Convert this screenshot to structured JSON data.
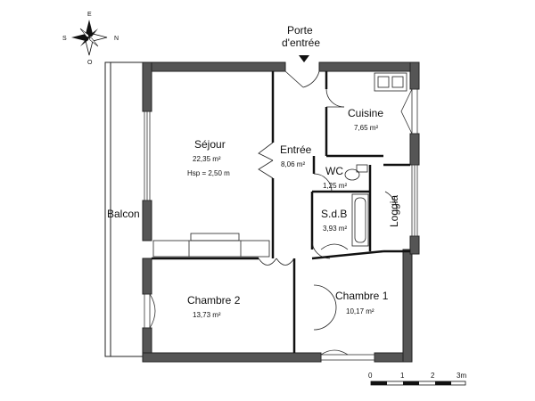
{
  "compass": {
    "north": "N",
    "south": "S",
    "east": "E",
    "west": "O"
  },
  "entrance": {
    "line1": "Porte",
    "line2": "d'entrée"
  },
  "rooms": {
    "sejour": {
      "name": "Séjour",
      "area": "22,35 m²",
      "height": "Hsp = 2,50 m"
    },
    "entree": {
      "name": "Entrée",
      "area": "8,06 m²"
    },
    "cuisine": {
      "name": "Cuisine",
      "area": "7,65 m²"
    },
    "wc": {
      "name": "WC",
      "area": "1,25 m²"
    },
    "sdb": {
      "name": "S.d.B",
      "area": "3,93 m²"
    },
    "loggia": {
      "name": "Loggia"
    },
    "balcon": {
      "name": "Balcon"
    },
    "chambre1": {
      "name": "Chambre 1",
      "area": "10,17 m²"
    },
    "chambre2": {
      "name": "Chambre 2",
      "area": "13,73 m²"
    }
  },
  "scale": {
    "ticks": [
      "0",
      "1",
      "2",
      "3m"
    ]
  }
}
